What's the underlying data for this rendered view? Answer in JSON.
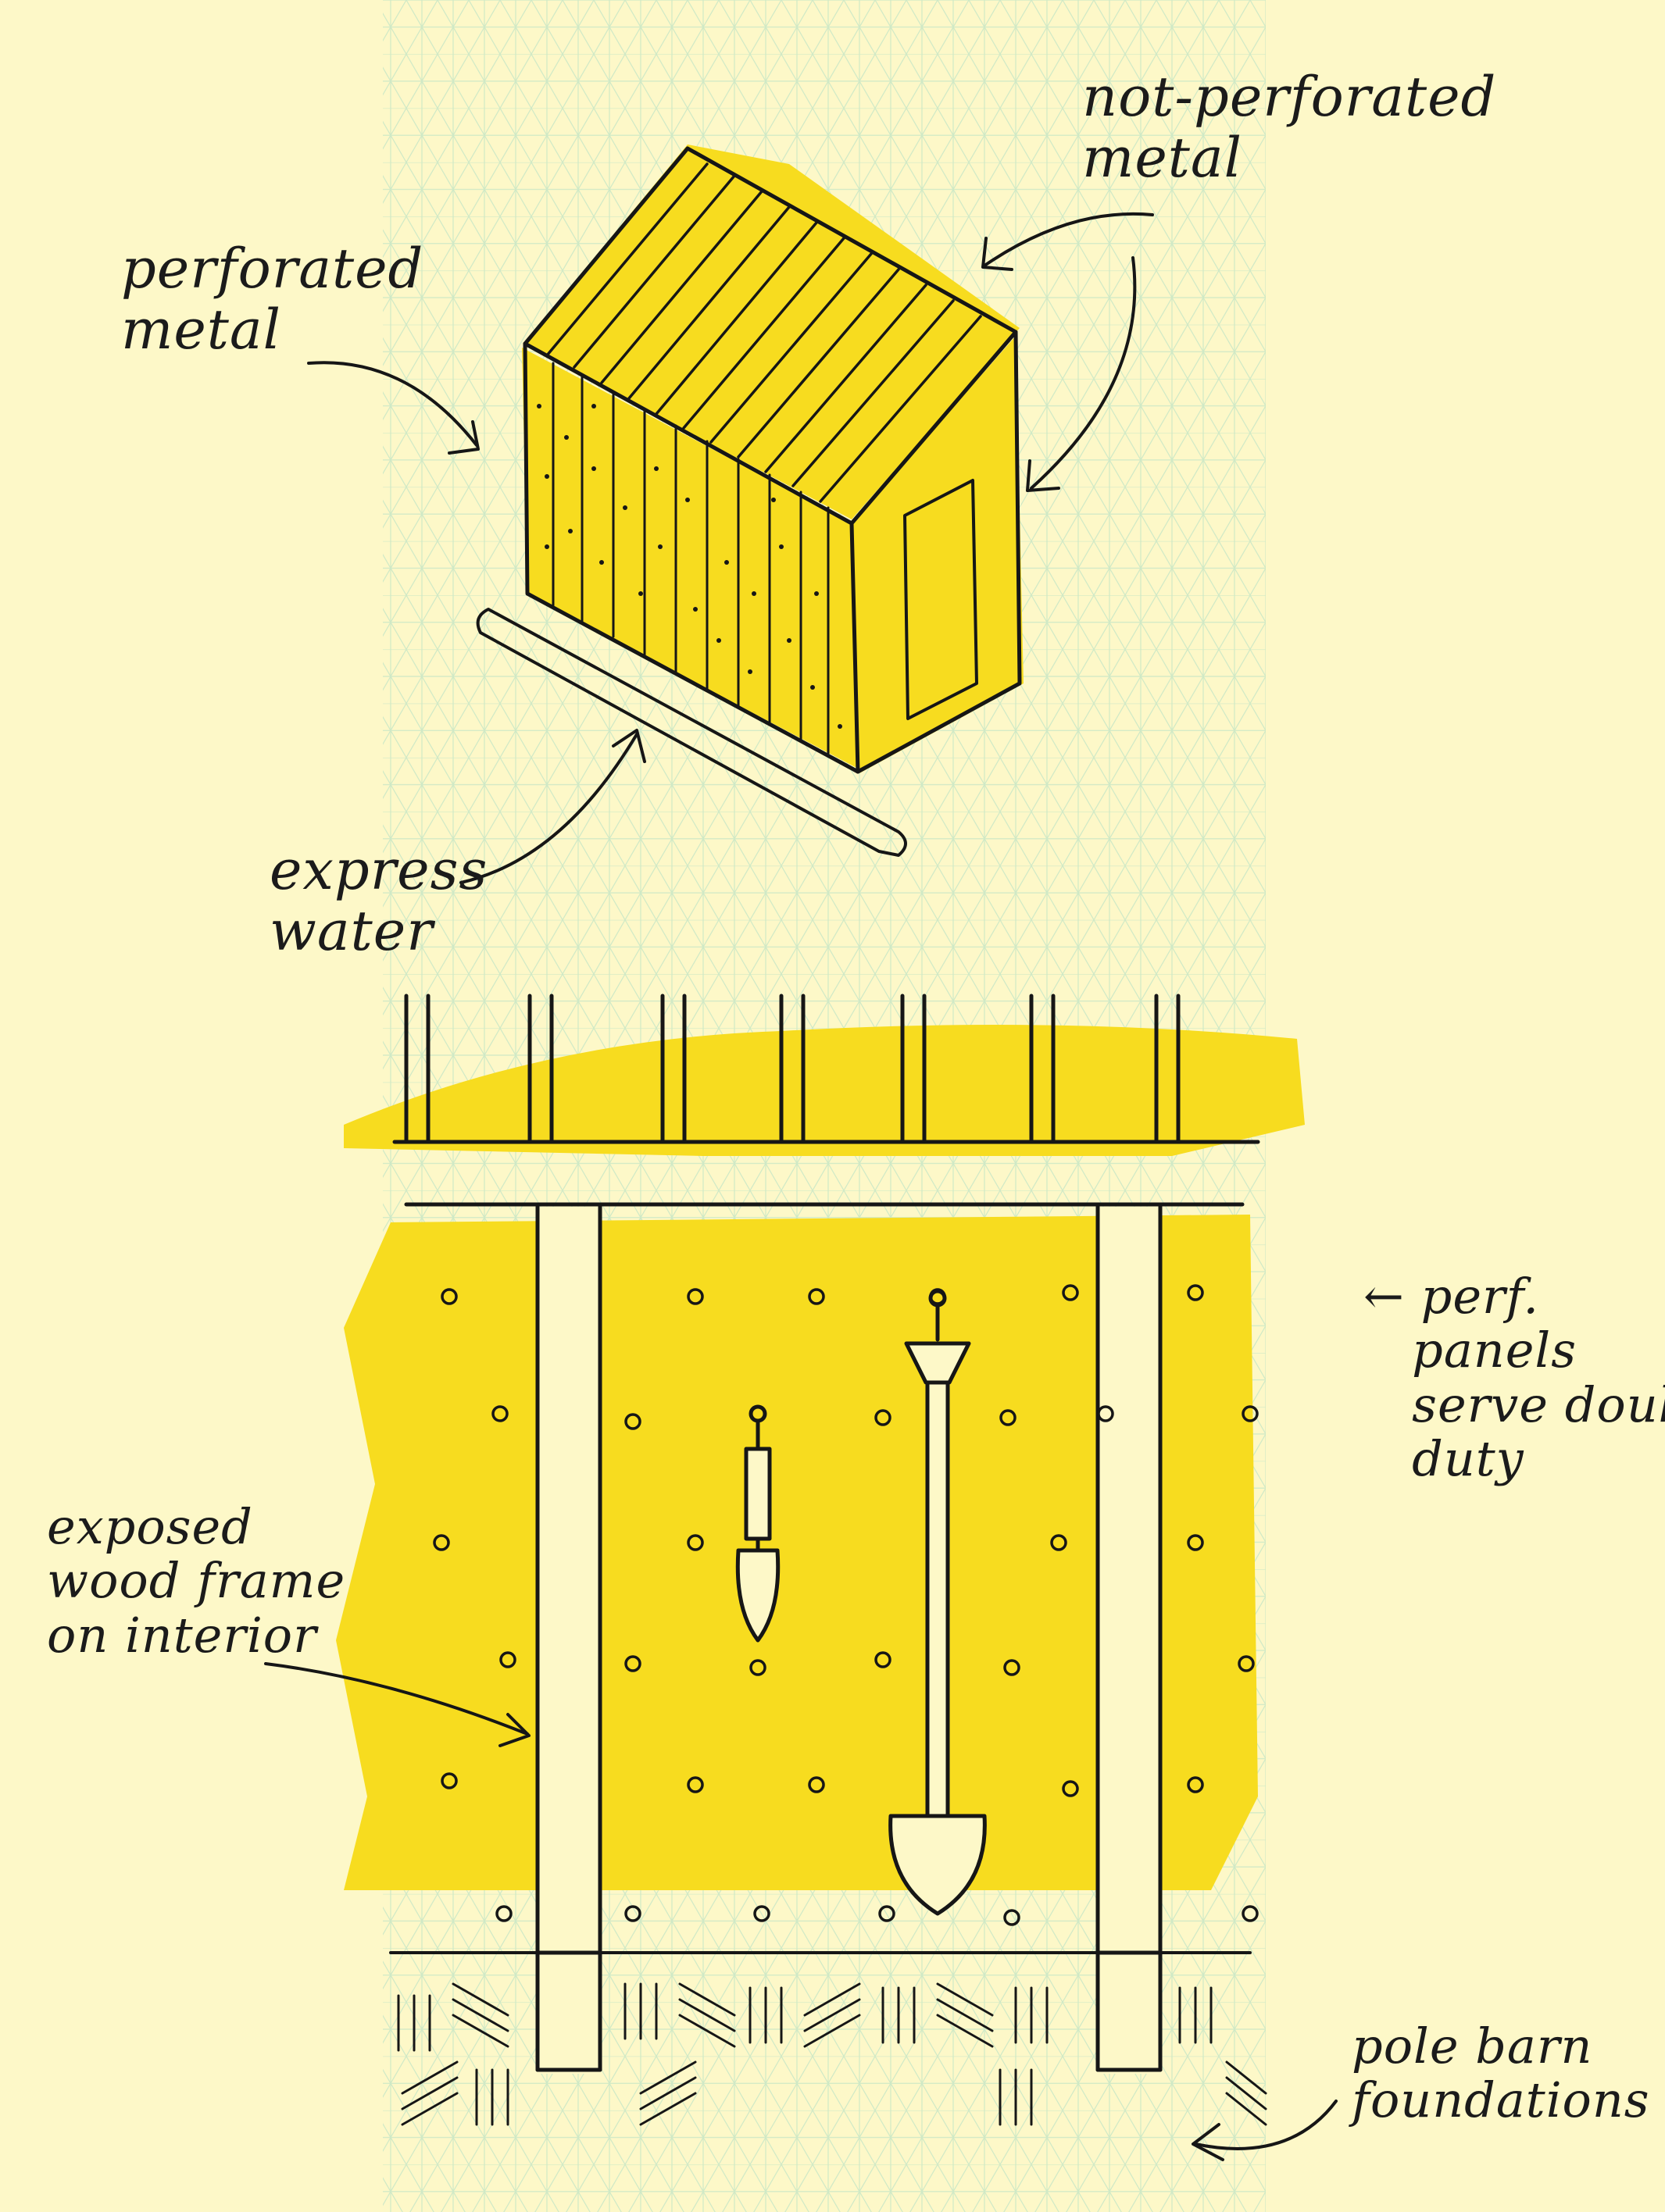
{
  "colors": {
    "paper": "#fdf8c8",
    "marker_yellow": "#f7dc1f",
    "ink": "#161616",
    "grid": "#a9dcc4"
  },
  "annotations": {
    "perforated_metal": "perforated\nmetal",
    "not_perforated_metal": "not-perforated\nmetal",
    "express_water": "express\nwater",
    "perf_panels": "← perf.\n   panels\n   serve double\n   duty",
    "exposed_wood_frame": "exposed\nwood frame\non interior",
    "pole_barn": "pole barn\nfoundations"
  },
  "icons": [
    "arrow-icon",
    "shovel-icon",
    "trowel-icon"
  ]
}
